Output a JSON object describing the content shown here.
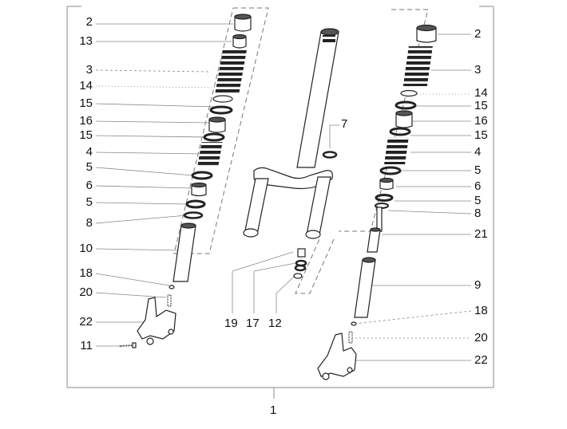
{
  "diagram": {
    "assembly_label": "1",
    "left_leg_labels": [
      "2",
      "13",
      "3",
      "14",
      "15",
      "16",
      "15",
      "4",
      "5",
      "6",
      "5",
      "8",
      "10",
      "18",
      "20",
      "22",
      "11"
    ],
    "center_labels": [
      "7",
      "19",
      "17",
      "12"
    ],
    "right_leg_labels": [
      "2",
      "3",
      "14",
      "15",
      "16",
      "15",
      "4",
      "5",
      "6",
      "5",
      "8",
      "21",
      "9",
      "18",
      "20",
      "22"
    ]
  }
}
